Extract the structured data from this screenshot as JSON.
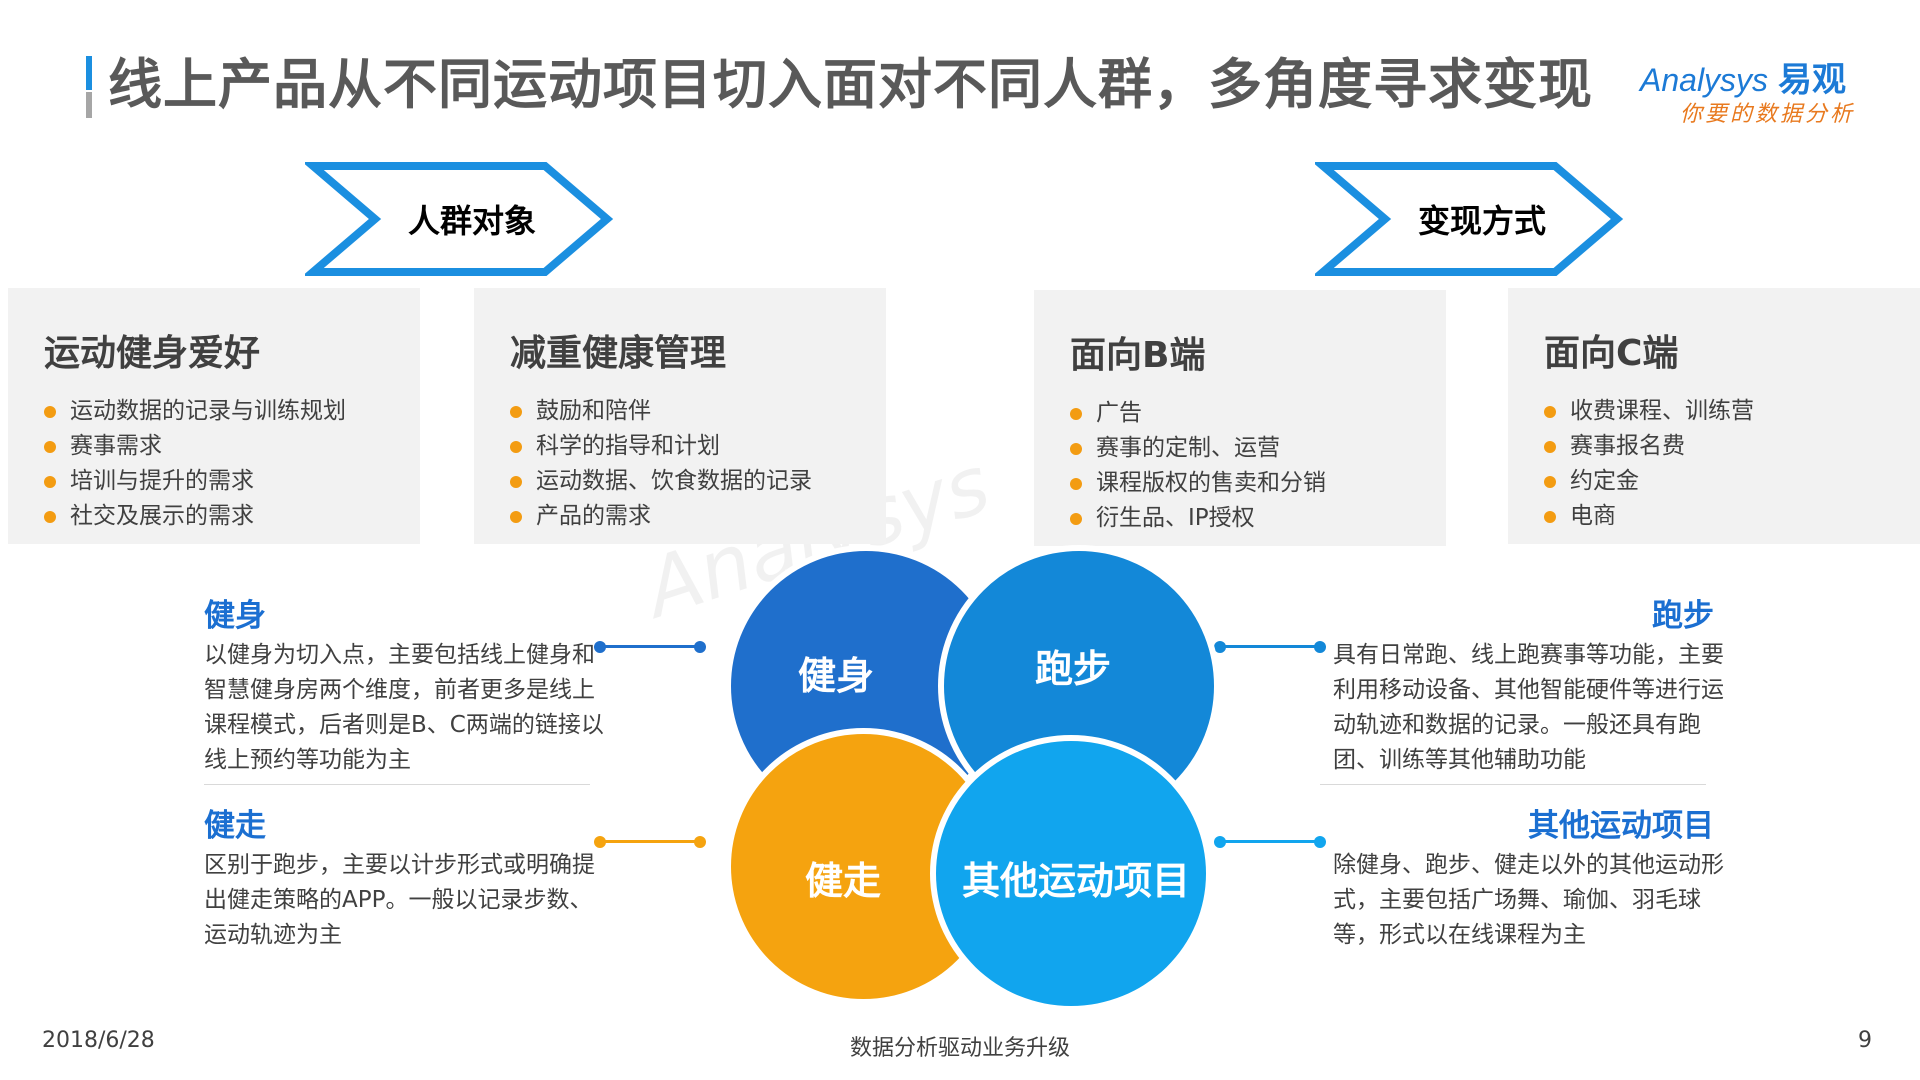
{
  "header": {
    "title": "线上产品从不同运动项目切入面对不同人群，多角度寻求变现",
    "logo_en": "Analysys",
    "logo_cn": "易观",
    "logo_tagline": "你要的数据分析"
  },
  "sections": {
    "audience_label": "人群对象",
    "monetization_label": "变现方式"
  },
  "cards": [
    {
      "title": "运动健身爱好",
      "items": [
        "运动数据的记录与训练规划",
        "赛事需求",
        "培训与提升的需求",
        "社交及展示的需求"
      ]
    },
    {
      "title": "减重健康管理",
      "items": [
        "鼓励和陪伴",
        "科学的指导和计划",
        "运动数据、饮食数据的记录",
        "产品的需求"
      ]
    },
    {
      "title": "面向B端",
      "items": [
        "广告",
        "赛事的定制、运营",
        "课程版权的售卖和分销",
        "衍生品、IP授权"
      ]
    },
    {
      "title": "面向C端",
      "items": [
        "收费课程、训练营",
        "赛事报名费",
        "约定金",
        "电商"
      ]
    }
  ],
  "circles": {
    "fitness": "健身",
    "running": "跑步",
    "walking": "健走",
    "other": "其他运动项目"
  },
  "descriptions": {
    "fitness": {
      "head": "健身",
      "text": "以健身为切入点，主要包括线上健身和智慧健身房两个维度，前者更多是线上课程模式，后者则是B、C两端的链接以线上预约等功能为主"
    },
    "walking": {
      "head": "健走",
      "text": "区别于跑步，主要以计步形式或明确提出健走策略的APP。一般以记录步数、运动轨迹为主"
    },
    "running": {
      "head": "跑步",
      "text": "具有日常跑、线上跑赛事等功能，主要利用移动设备、其他智能硬件等进行运动轨迹和数据的记录。一般还具有跑团、训练等其他辅助功能"
    },
    "other": {
      "head": "其他运动项目",
      "text": "除健身、跑步、健走以外的其他运动形式，主要包括广场舞、瑜伽、羽毛球等，形式以在线课程为主"
    }
  },
  "footer": {
    "date": "2018/6/28",
    "center": "数据分析驱动业务升级",
    "page": "9"
  },
  "colors": {
    "accent_blue": "#1b6fd1",
    "circle_fitness": "#1f6fcc",
    "circle_running": "#1388d8",
    "circle_walking": "#f5a30f",
    "circle_other": "#11a5ee",
    "bullet": "#f39c12"
  }
}
